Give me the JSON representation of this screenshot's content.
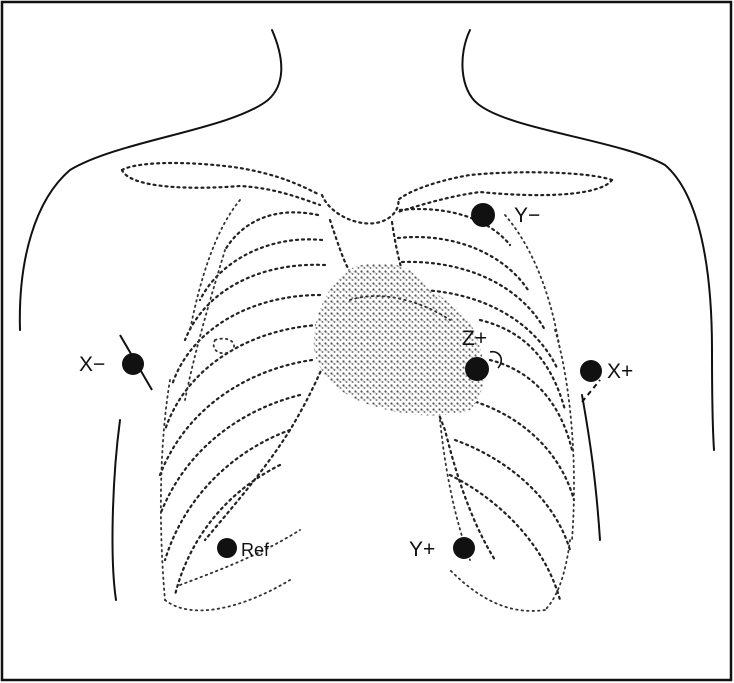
{
  "figure": {
    "electrodes": [
      {
        "id": "y-minus",
        "label": "Y−"
      },
      {
        "id": "x-minus",
        "label": "X−"
      },
      {
        "id": "z-plus",
        "label": "Z+"
      },
      {
        "id": "x-plus",
        "label": "X+"
      },
      {
        "id": "ref",
        "label": "Ref"
      },
      {
        "id": "y-plus",
        "label": "Y+"
      }
    ],
    "colors": {
      "ink": "#111111",
      "background": "#ffffff",
      "heart_shade": "#9a9a9a"
    }
  }
}
